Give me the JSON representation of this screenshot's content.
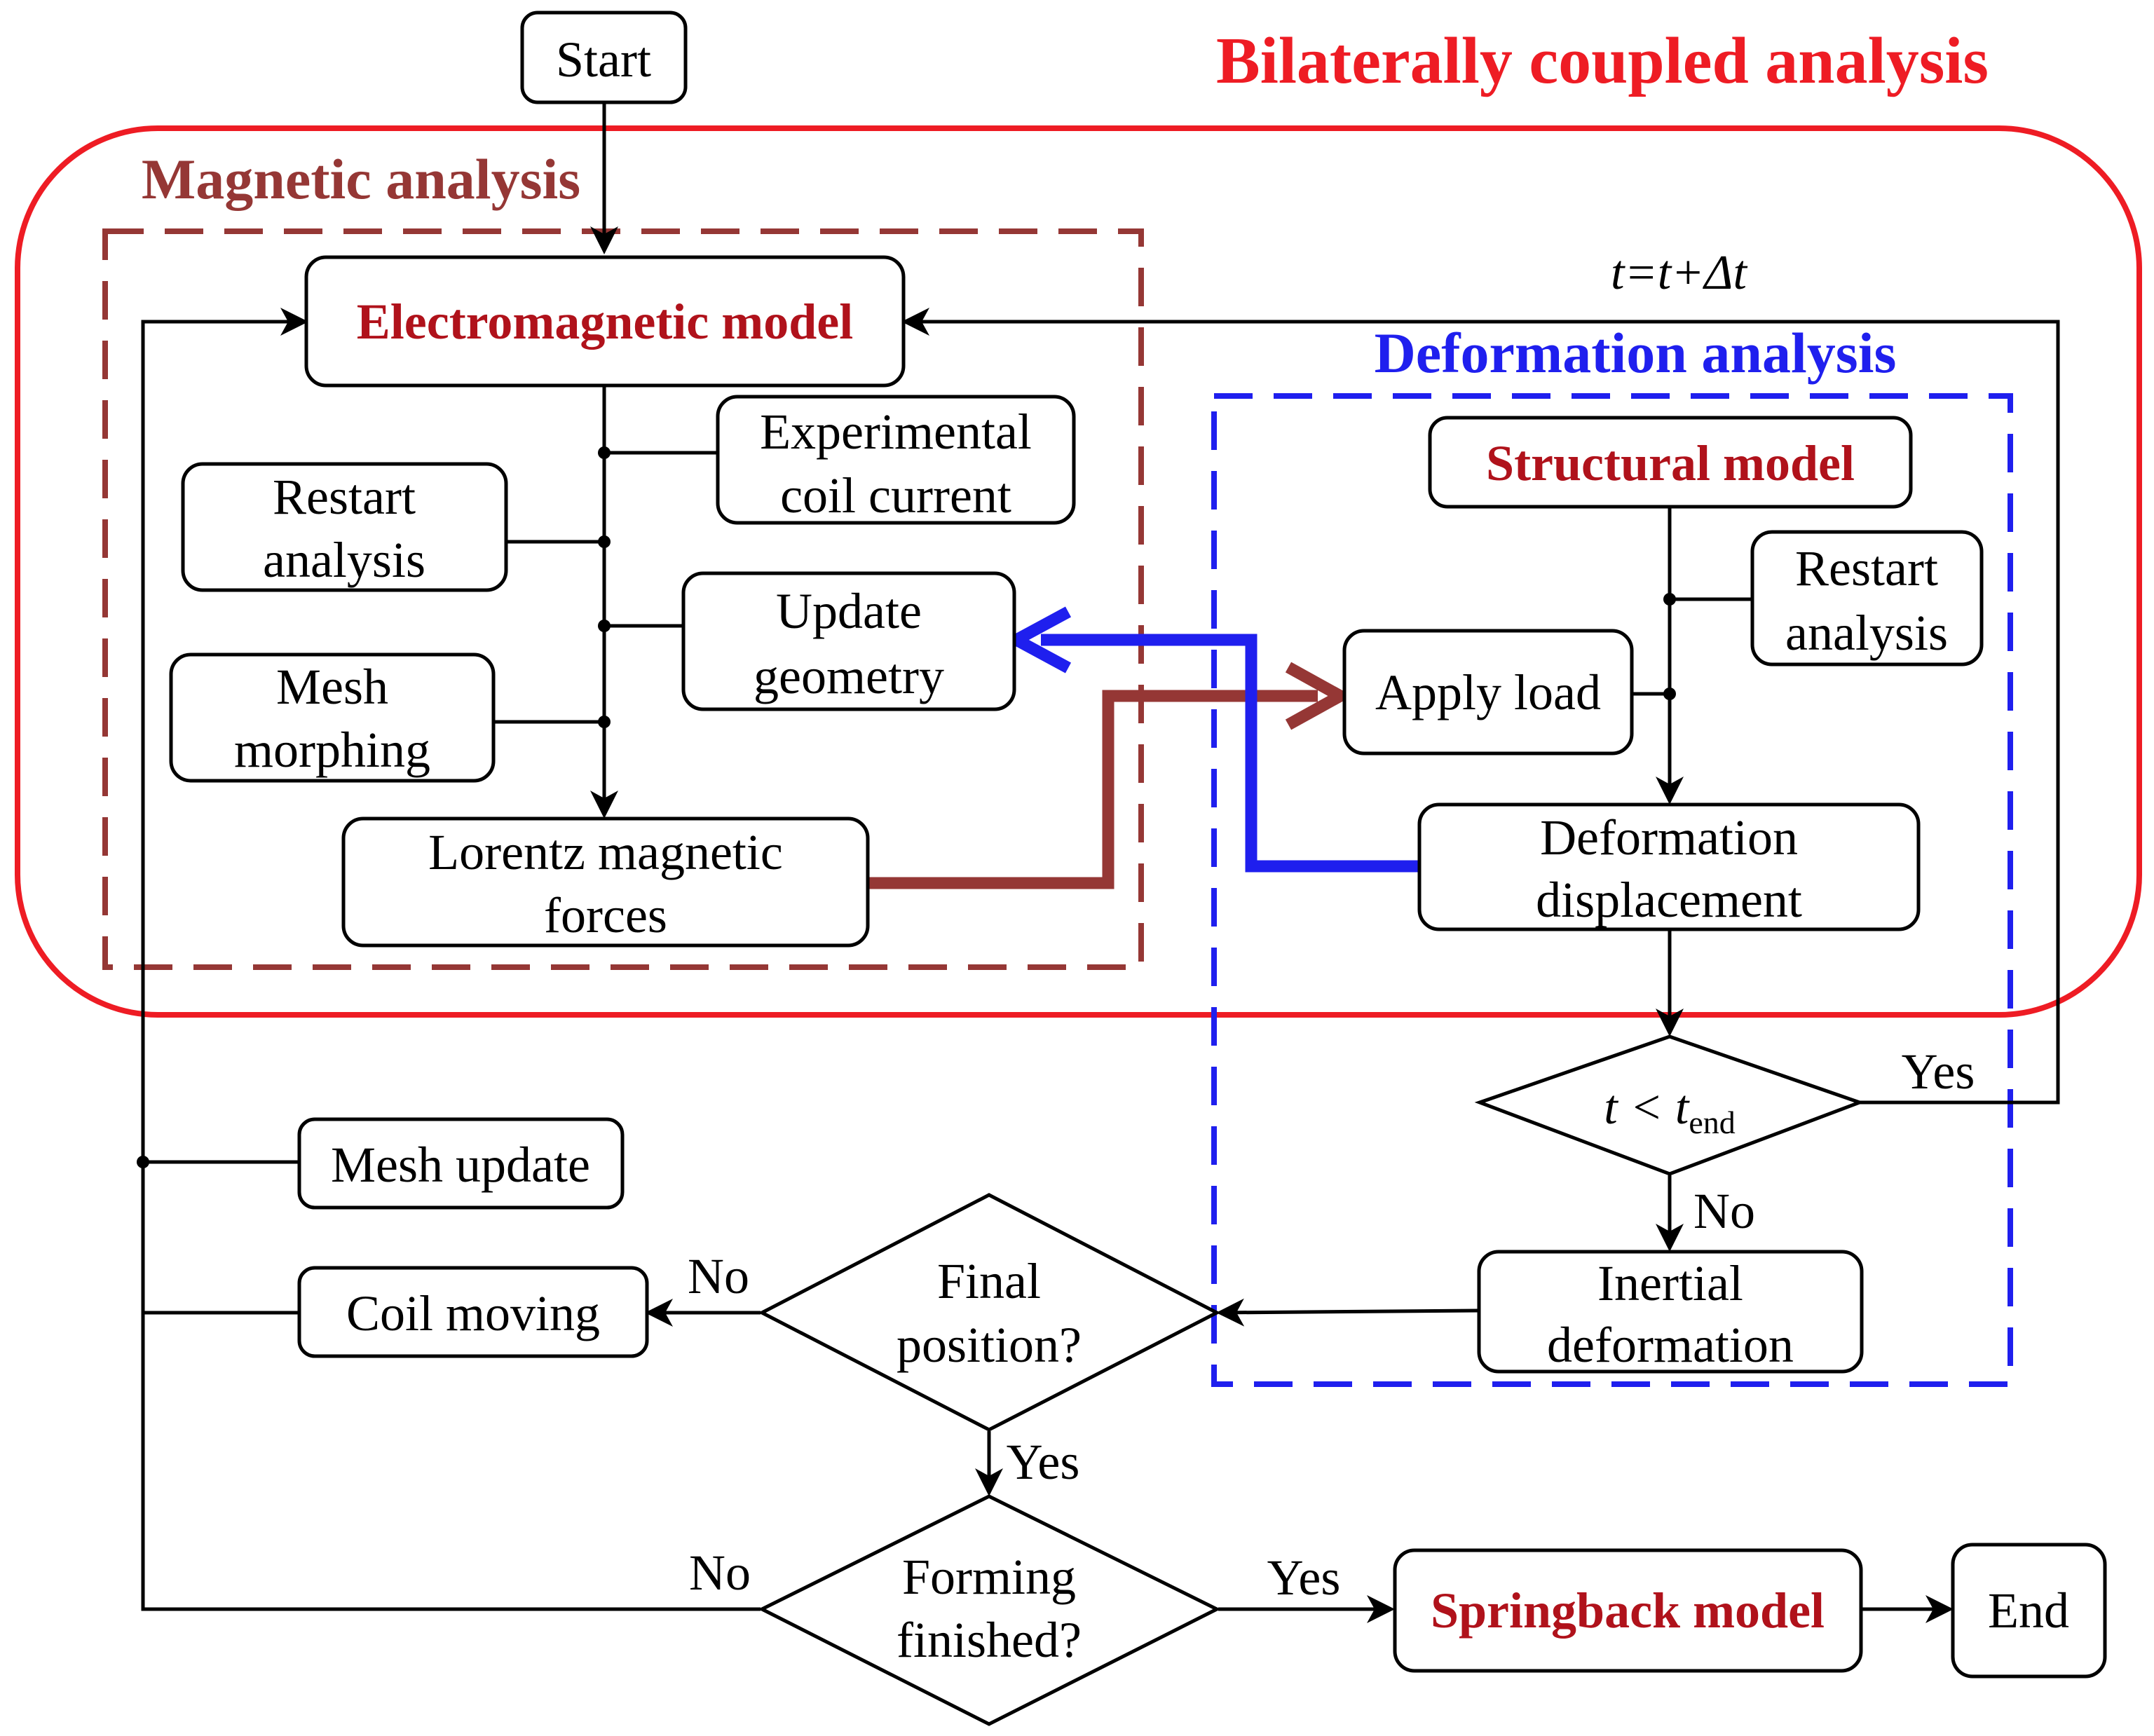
{
  "titles": {
    "bilateral": "Bilaterally coupled analysis",
    "magnetic": "Magnetic analysis",
    "deformation": "Deformation  analysis"
  },
  "nodes": {
    "start": "Start",
    "em_model": "Electromagnetic model",
    "exp_current_1": "Experimental",
    "exp_current_2": "coil current",
    "restart_left_1": "Restart",
    "restart_left_2": "analysis",
    "update_geom_1": "Update",
    "update_geom_2": "geometry",
    "mesh_morph_1": "Mesh",
    "mesh_morph_2": "morphing",
    "lorentz_1": "Lorentz magnetic",
    "lorentz_2": "forces",
    "structural_model": "Structural model",
    "restart_right_1": "Restart",
    "restart_right_2": "analysis",
    "apply_load": "Apply load",
    "def_disp_1": "Deformation",
    "def_disp_2": "displacement",
    "t_cond_main": "t < t",
    "t_cond_sub": "end",
    "inertial_1": "Inertial",
    "inertial_2": "deformation",
    "mesh_update": "Mesh update",
    "coil_moving": "Coil moving",
    "final_pos_1": "Final",
    "final_pos_2": "position?",
    "forming_1": "Forming",
    "forming_2": "finished?",
    "springback": "Springback model",
    "end": "End"
  },
  "edge_labels": {
    "time_step": "t=t+Δt",
    "yes_t": "Yes",
    "no_t": "No",
    "no_final": "No",
    "yes_final": "Yes",
    "no_forming": "No",
    "yes_forming": "Yes"
  },
  "colors": {
    "bilateral": "#ee1c24",
    "magnetic": "#953735",
    "deformation": "#1f1fee",
    "model_text": "#b0121b",
    "line": "#000000"
  }
}
